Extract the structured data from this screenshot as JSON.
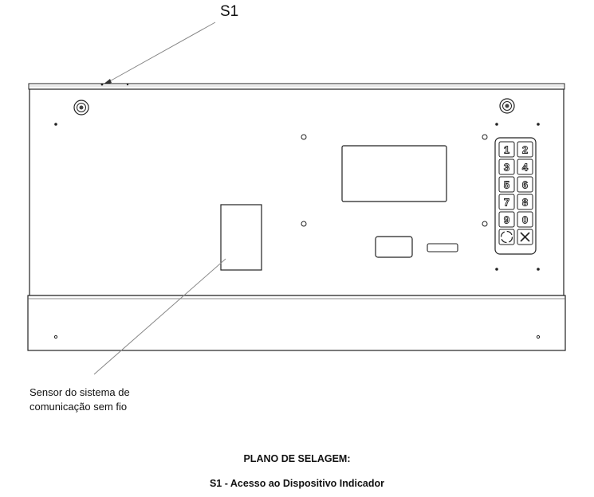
{
  "callout_s1": {
    "label": "S1"
  },
  "sensor_callout": {
    "line1": "Sensor do sistema de",
    "line2": "comunicação sem fio"
  },
  "sealing_plan": {
    "title": "PLANO DE SELAGEM:",
    "items": [
      "S1 - Acesso ao Dispositivo Indicador"
    ]
  },
  "keypad": {
    "keys": [
      "1",
      "2",
      "3",
      "4",
      "5",
      "6",
      "7",
      "8",
      "9",
      "0"
    ]
  },
  "colors": {
    "line": "#222222",
    "leader": "#888888",
    "fill": "#ffffff"
  }
}
